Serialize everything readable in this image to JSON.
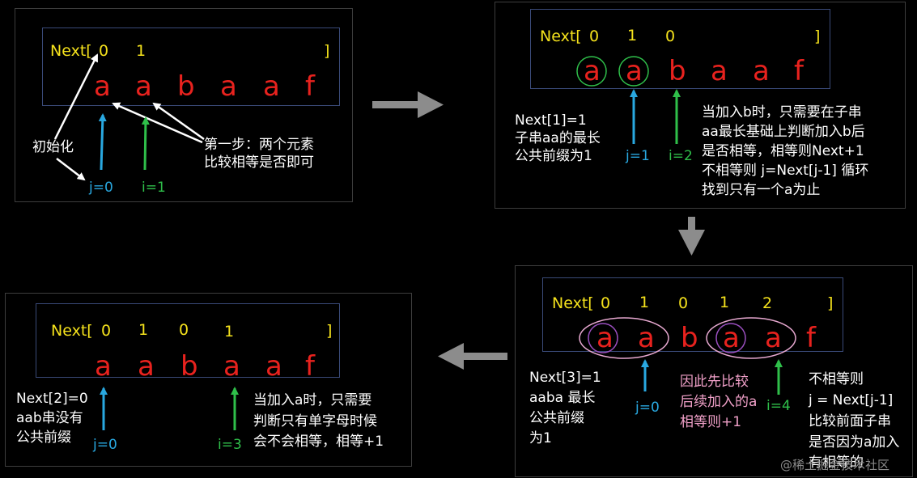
{
  "colors": {
    "next": "#f5e21c",
    "letter": "#e8221e",
    "j_pointer": "#29a8e0",
    "i_pointer": "#2fbf4a",
    "note": "#ffffff",
    "pink_note": "#f0a0c8",
    "circle_green": "#2fbf4a",
    "circle_pink": "#e7a8d0",
    "circle_purple": "#9b4fc0",
    "flow_arrow": "#8c8c8c"
  },
  "letters": [
    "a",
    "a",
    "b",
    "a",
    "a",
    "f"
  ],
  "next_label": "Next[",
  "bracket_close": "]",
  "step1": {
    "next_values": [
      "0",
      "1"
    ],
    "init_label": "初始化",
    "step_note": [
      "第一步：两个元素",
      "比较相等是否即可"
    ],
    "j_label": "j=0",
    "i_label": "i=1"
  },
  "step2": {
    "next_values": [
      "0",
      "1",
      "0"
    ],
    "left_note": [
      "Next[1]=1",
      "子串aa的最长",
      "公共前缀为1"
    ],
    "j_label": "j=1",
    "i_label": "i=2",
    "right_note": [
      "当加入b时，只需要在子串",
      "aa最长基础上判断加入b后",
      "是否相等，相等则Next+1",
      "不相等则 j=Next[j-1] 循环",
      "找到只有一个a为止"
    ]
  },
  "step3": {
    "next_values": [
      "0",
      "1",
      "0",
      "1",
      "2"
    ],
    "left_note": [
      "Next[3]=1",
      "aaba 最长",
      "公共前缀",
      "为1"
    ],
    "j_label": "j=0",
    "i_label": "i=4",
    "pink_note": [
      "因此先比较",
      "后续加入的a",
      "相等则+1"
    ],
    "right_note": [
      "不相等则",
      "j = Next[j-1]",
      "比较前面子串",
      "是否因为a加入",
      "有相等的"
    ]
  },
  "step4": {
    "next_values": [
      "0",
      "1",
      "0",
      "1"
    ],
    "left_note": [
      "Next[2]=0",
      "aab串没有",
      "公共前缀"
    ],
    "j_label": "j=0",
    "i_label": "i=3",
    "right_note": [
      "当加入a时，只需要",
      "判断只有单字母时候",
      "会不会相等，相等+1"
    ]
  },
  "watermark": "@稀土掘金技术社区"
}
